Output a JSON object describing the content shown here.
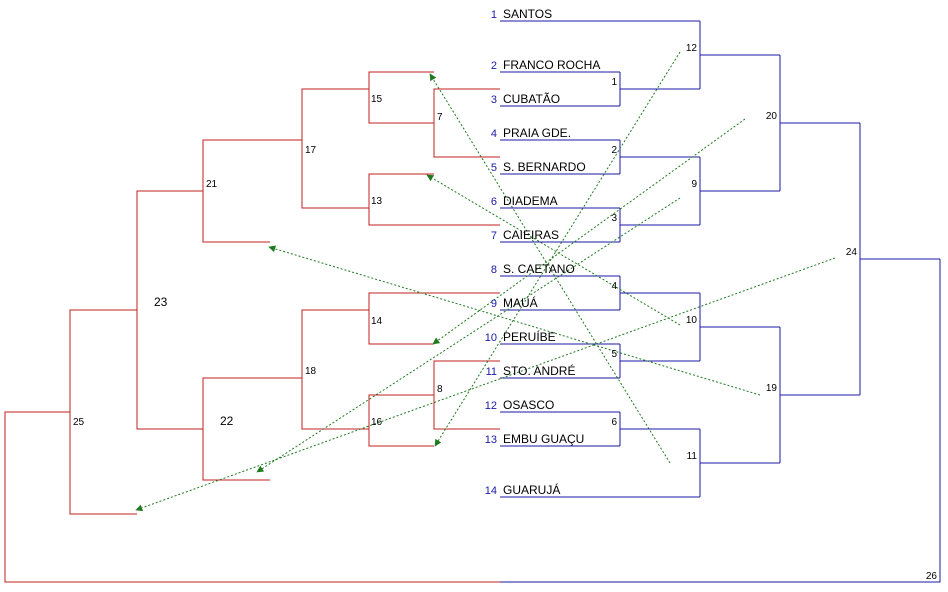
{
  "colors": {
    "winners_line": "#1a1aa6",
    "losers_line": "#c0201c",
    "arrow": "#1f7a1f",
    "seed_number": "#1a1aa6",
    "text": "#000000"
  },
  "teams": [
    {
      "seed": "1",
      "name": "SANTOS"
    },
    {
      "seed": "2",
      "name": "FRANCO ROCHA"
    },
    {
      "seed": "3",
      "name": "CUBATÃO"
    },
    {
      "seed": "4",
      "name": "PRAIA GDE."
    },
    {
      "seed": "5",
      "name": "S. BERNARDO"
    },
    {
      "seed": "6",
      "name": "DIADEMA"
    },
    {
      "seed": "7",
      "name": "CAIEIRAS"
    },
    {
      "seed": "8",
      "name": "S. CAETANO"
    },
    {
      "seed": "9",
      "name": "MAUÁ"
    },
    {
      "seed": "10",
      "name": "PERUÍBE"
    },
    {
      "seed": "11",
      "name": "STO. ANDRÉ"
    },
    {
      "seed": "12",
      "name": "OSASCO"
    },
    {
      "seed": "13",
      "name": "EMBU GUAÇU"
    },
    {
      "seed": "14",
      "name": "GUARUJÁ"
    }
  ],
  "winners_games": [
    "1",
    "2",
    "3",
    "4",
    "5",
    "6",
    "12",
    "9",
    "10",
    "11",
    "20",
    "19",
    "24",
    "26"
  ],
  "losers_games": [
    "7",
    "8",
    "15",
    "13",
    "14",
    "16",
    "17",
    "18",
    "21",
    "22",
    "23",
    "25"
  ]
}
